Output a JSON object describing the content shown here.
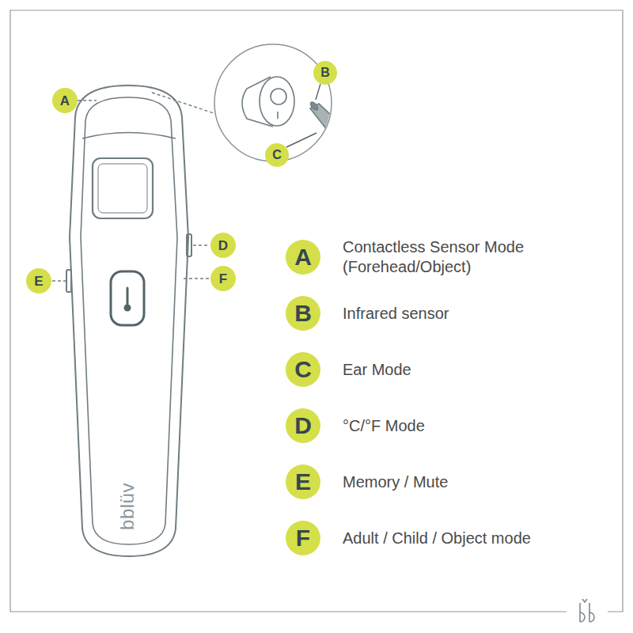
{
  "diagram": {
    "nodes": [
      {
        "text": [
          "A"
        ]
      },
      {
        "text": [
          "B"
        ]
      },
      {
        "text": [
          "C"
        ]
      },
      {
        "text": [
          "D"
        ]
      },
      {
        "text": [
          "E"
        ]
      },
      {
        "text": [
          "F"
        ]
      },
      {
        "text": [
          "A",
          "Contactless Sensor Mode (Forehead/Object)"
        ]
      },
      {
        "text": [
          "B",
          "Infrared sensor"
        ]
      },
      {
        "text": [
          "C",
          "Ear Mode"
        ]
      },
      {
        "text": [
          "D",
          "°C/°F Mode"
        ]
      },
      {
        "text": [
          "E",
          "Memory / Mute"
        ]
      },
      {
        "text": [
          "F",
          "Adult / Child / Object mode"
        ]
      }
    ],
    "labels": [
      "bblüv"
    ]
  }
}
